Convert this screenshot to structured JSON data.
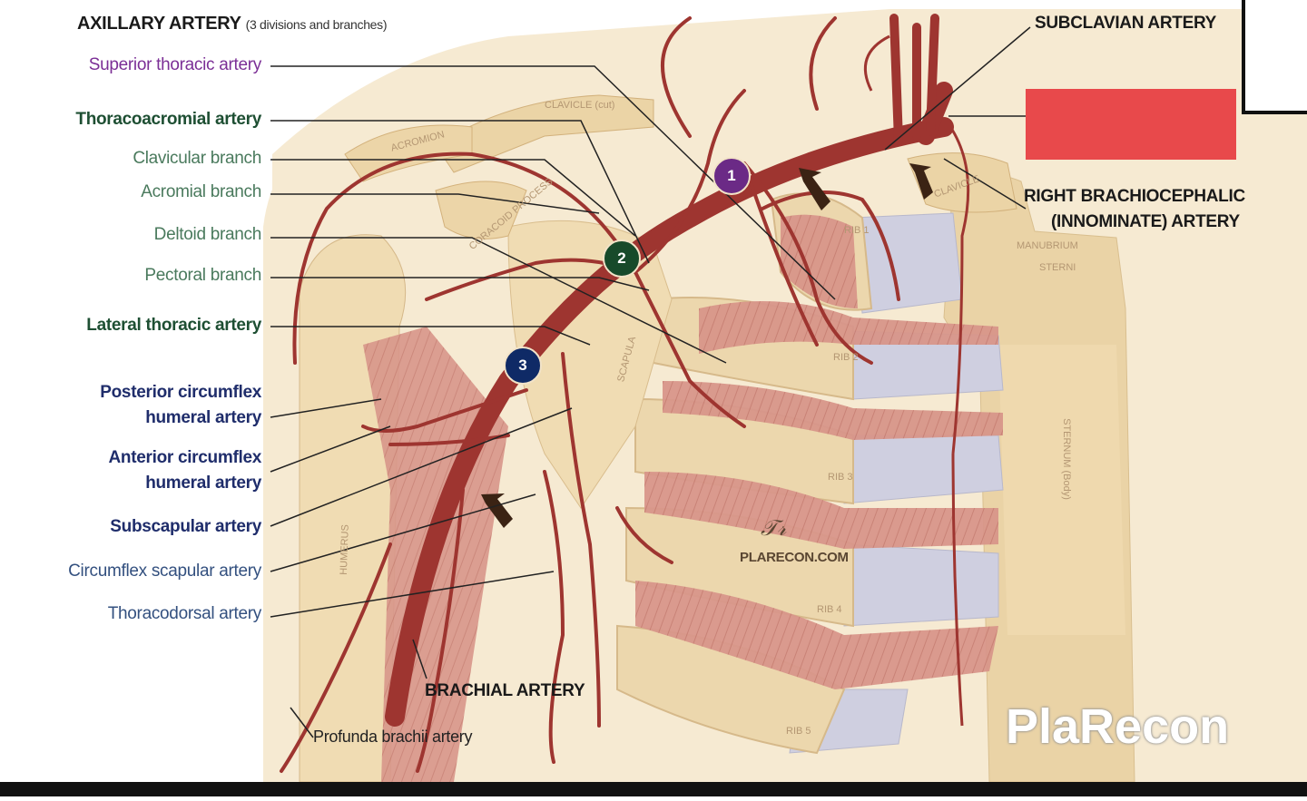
{
  "title": "AXILLARY ARTERY",
  "title_sub": "(3 divisions and branches)",
  "labels_left": {
    "superior_thoracic": "Superior thoracic artery",
    "thoracoacromial": "Thoracoacromial artery",
    "clavicular": "Clavicular branch",
    "acromial": "Acromial branch",
    "deltoid": "Deltoid branch",
    "pectoral": "Pectoral branch",
    "lateral_thoracic": "Lateral thoracic artery",
    "posterior_circumflex_1": "Posterior circumflex",
    "posterior_circumflex_2": "humeral artery",
    "anterior_circumflex_1": "Anterior circumflex",
    "anterior_circumflex_2": "humeral artery",
    "subscapular": "Subscapular artery",
    "circumflex_scapular": "Circumflex scapular artery",
    "thoracodorsal": "Thoracodorsal artery"
  },
  "labels_right": {
    "subclavian": "SUBCLAVIAN ARTERY",
    "brachiocephalic_1": "RIGHT BRACHIOCEPHALIC",
    "brachiocephalic_2": "(INNOMINATE) ARTERY"
  },
  "labels_bottom": {
    "brachial": "BRACHIAL ARTERY",
    "profunda": "Profunda brachii artery"
  },
  "bone_labels": {
    "clavicle_cut": "CLAVICLE (cut)",
    "acromion": "ACROMION",
    "coracoid": "CORACOID PROCESS",
    "scapula": "SCAPULA",
    "humerus": "HUMERUS",
    "rib1": "RIB 1",
    "rib2": "RIB 2",
    "rib3": "RIB 3",
    "rib4": "RIB 4",
    "rib5": "RIB 5",
    "clavicle": "CLAVICLE",
    "manubrium_1": "MANUBRIUM",
    "manubrium_2": "STERNI",
    "sternum": "STERNUM (Body)"
  },
  "badges": [
    "1",
    "2",
    "3"
  ],
  "signature_credit": "PLARECON.COM",
  "watermark": "PlaRecon",
  "colors": {
    "artery": "#9e3530",
    "bone": "#f2dfb9",
    "muscle": "#d99a8a",
    "cartilage": "#c9c9d8",
    "badge1": "#6b2a86",
    "badge2": "#174a2a",
    "badge3": "#0f2a66",
    "redbox": "#e8494b"
  }
}
